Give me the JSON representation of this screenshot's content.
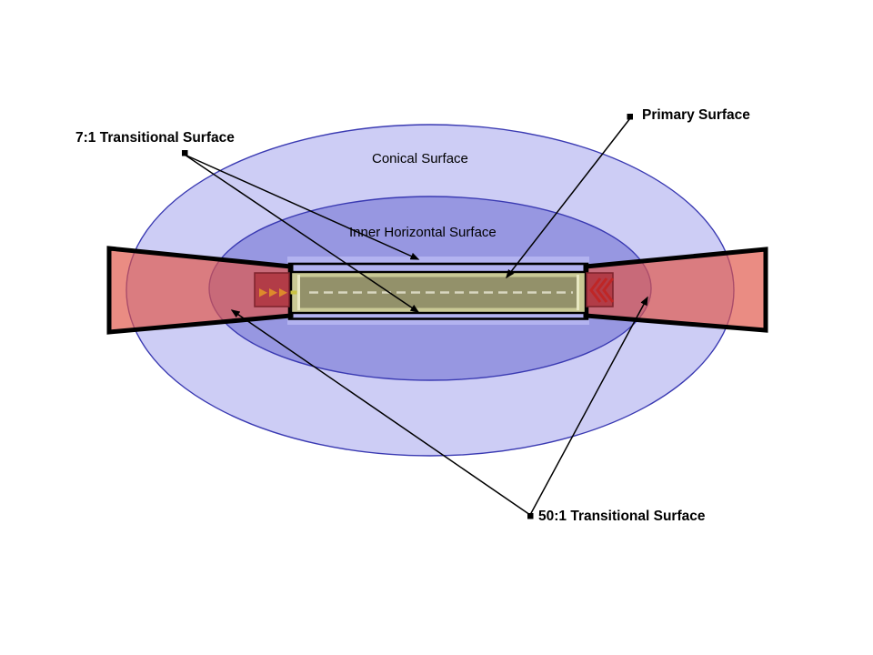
{
  "labels": {
    "transitional_7_1": "7:1 Transitional Surface",
    "conical": "Conical Surface",
    "inner_horizontal": "Inner Horizontal Surface",
    "primary": "Primary Surface",
    "transitional_50_1": "50:1 Transitional Surface"
  },
  "icons": {
    "left_approach_arrows": "three right-pointing orange triangles",
    "right_approach_chevrons": "three left-pointing red chevrons",
    "leader_anchor": "small black square",
    "leader_end": "black arrowhead"
  },
  "colors": {
    "background": "#ffffff",
    "label_text": "#000000",
    "outline_black": "#000000",
    "conical_fill": "#cdcdf5",
    "inner_horizontal_fill": "#9797e1",
    "transitional_band_fill": "#b3b3f0",
    "ellipse_stroke": "#3a3ab2",
    "approach_fill": "#e05548",
    "runway_border_fill": "#c9c995",
    "runway_fill": "#93916a",
    "runway_stripe": "#e8e8c2",
    "centerline": "#d8d6c0",
    "approach_marker_fill": "#b23c47",
    "approach_marker_stroke": "#7c222c",
    "arrow_orange": "#dd8a2b",
    "dash_yellow": "#c8c244",
    "chevron_red": "#bf2626"
  }
}
